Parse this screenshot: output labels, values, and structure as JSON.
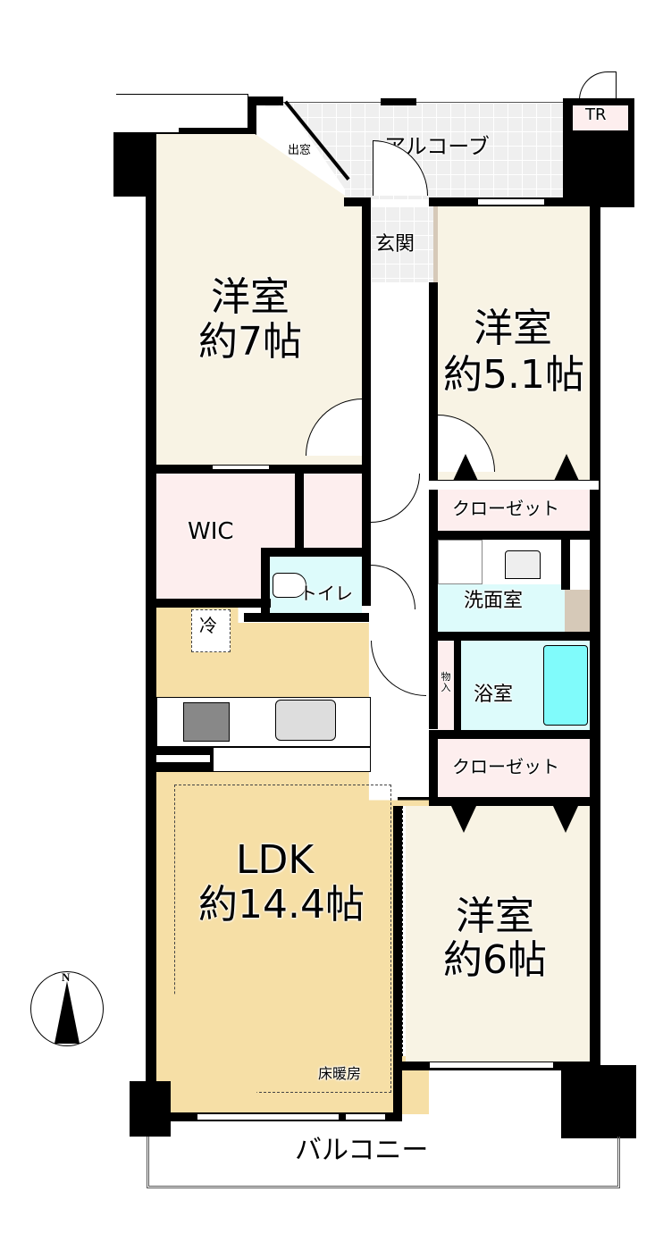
{
  "floorplan": {
    "colors": {
      "wall": "#000000",
      "western_room": "#f8f3e4",
      "ldk": "#f6dfa6",
      "closet": "#fdeeee",
      "wet_area": "#ddfbfb",
      "bathtub": "#80fbfb",
      "entrance_tile": "#efefef",
      "shoe_storage": "#d6c9b8",
      "tr": "#fdeeee"
    },
    "rooms": {
      "western_7": {
        "name": "洋室",
        "size": "約7帖"
      },
      "western_5_1": {
        "name": "洋室",
        "size": "約5.1帖"
      },
      "western_6": {
        "name": "洋室",
        "size": "約6帖"
      },
      "ldk": {
        "name": "LDK",
        "size": "約14.4帖"
      },
      "wic": {
        "name": "WIC"
      },
      "toilet": {
        "name": "トイレ"
      },
      "washroom": {
        "name": "洗面室"
      },
      "bathroom": {
        "name": "浴室"
      },
      "entrance": {
        "name": "玄関"
      },
      "alcove": {
        "name": "アルコーブ"
      },
      "closet_upper": {
        "name": "クローゼット"
      },
      "closet_lower": {
        "name": "クローゼット"
      },
      "storage": {
        "name": "物入"
      },
      "bay_window": {
        "name": "出窓"
      },
      "balcony": {
        "name": "バルコニー"
      },
      "tr": {
        "name": "TR"
      },
      "fridge": {
        "name": "冷"
      },
      "floor_heating": {
        "name": "床暖房"
      }
    },
    "compass": {
      "label": "N"
    }
  }
}
